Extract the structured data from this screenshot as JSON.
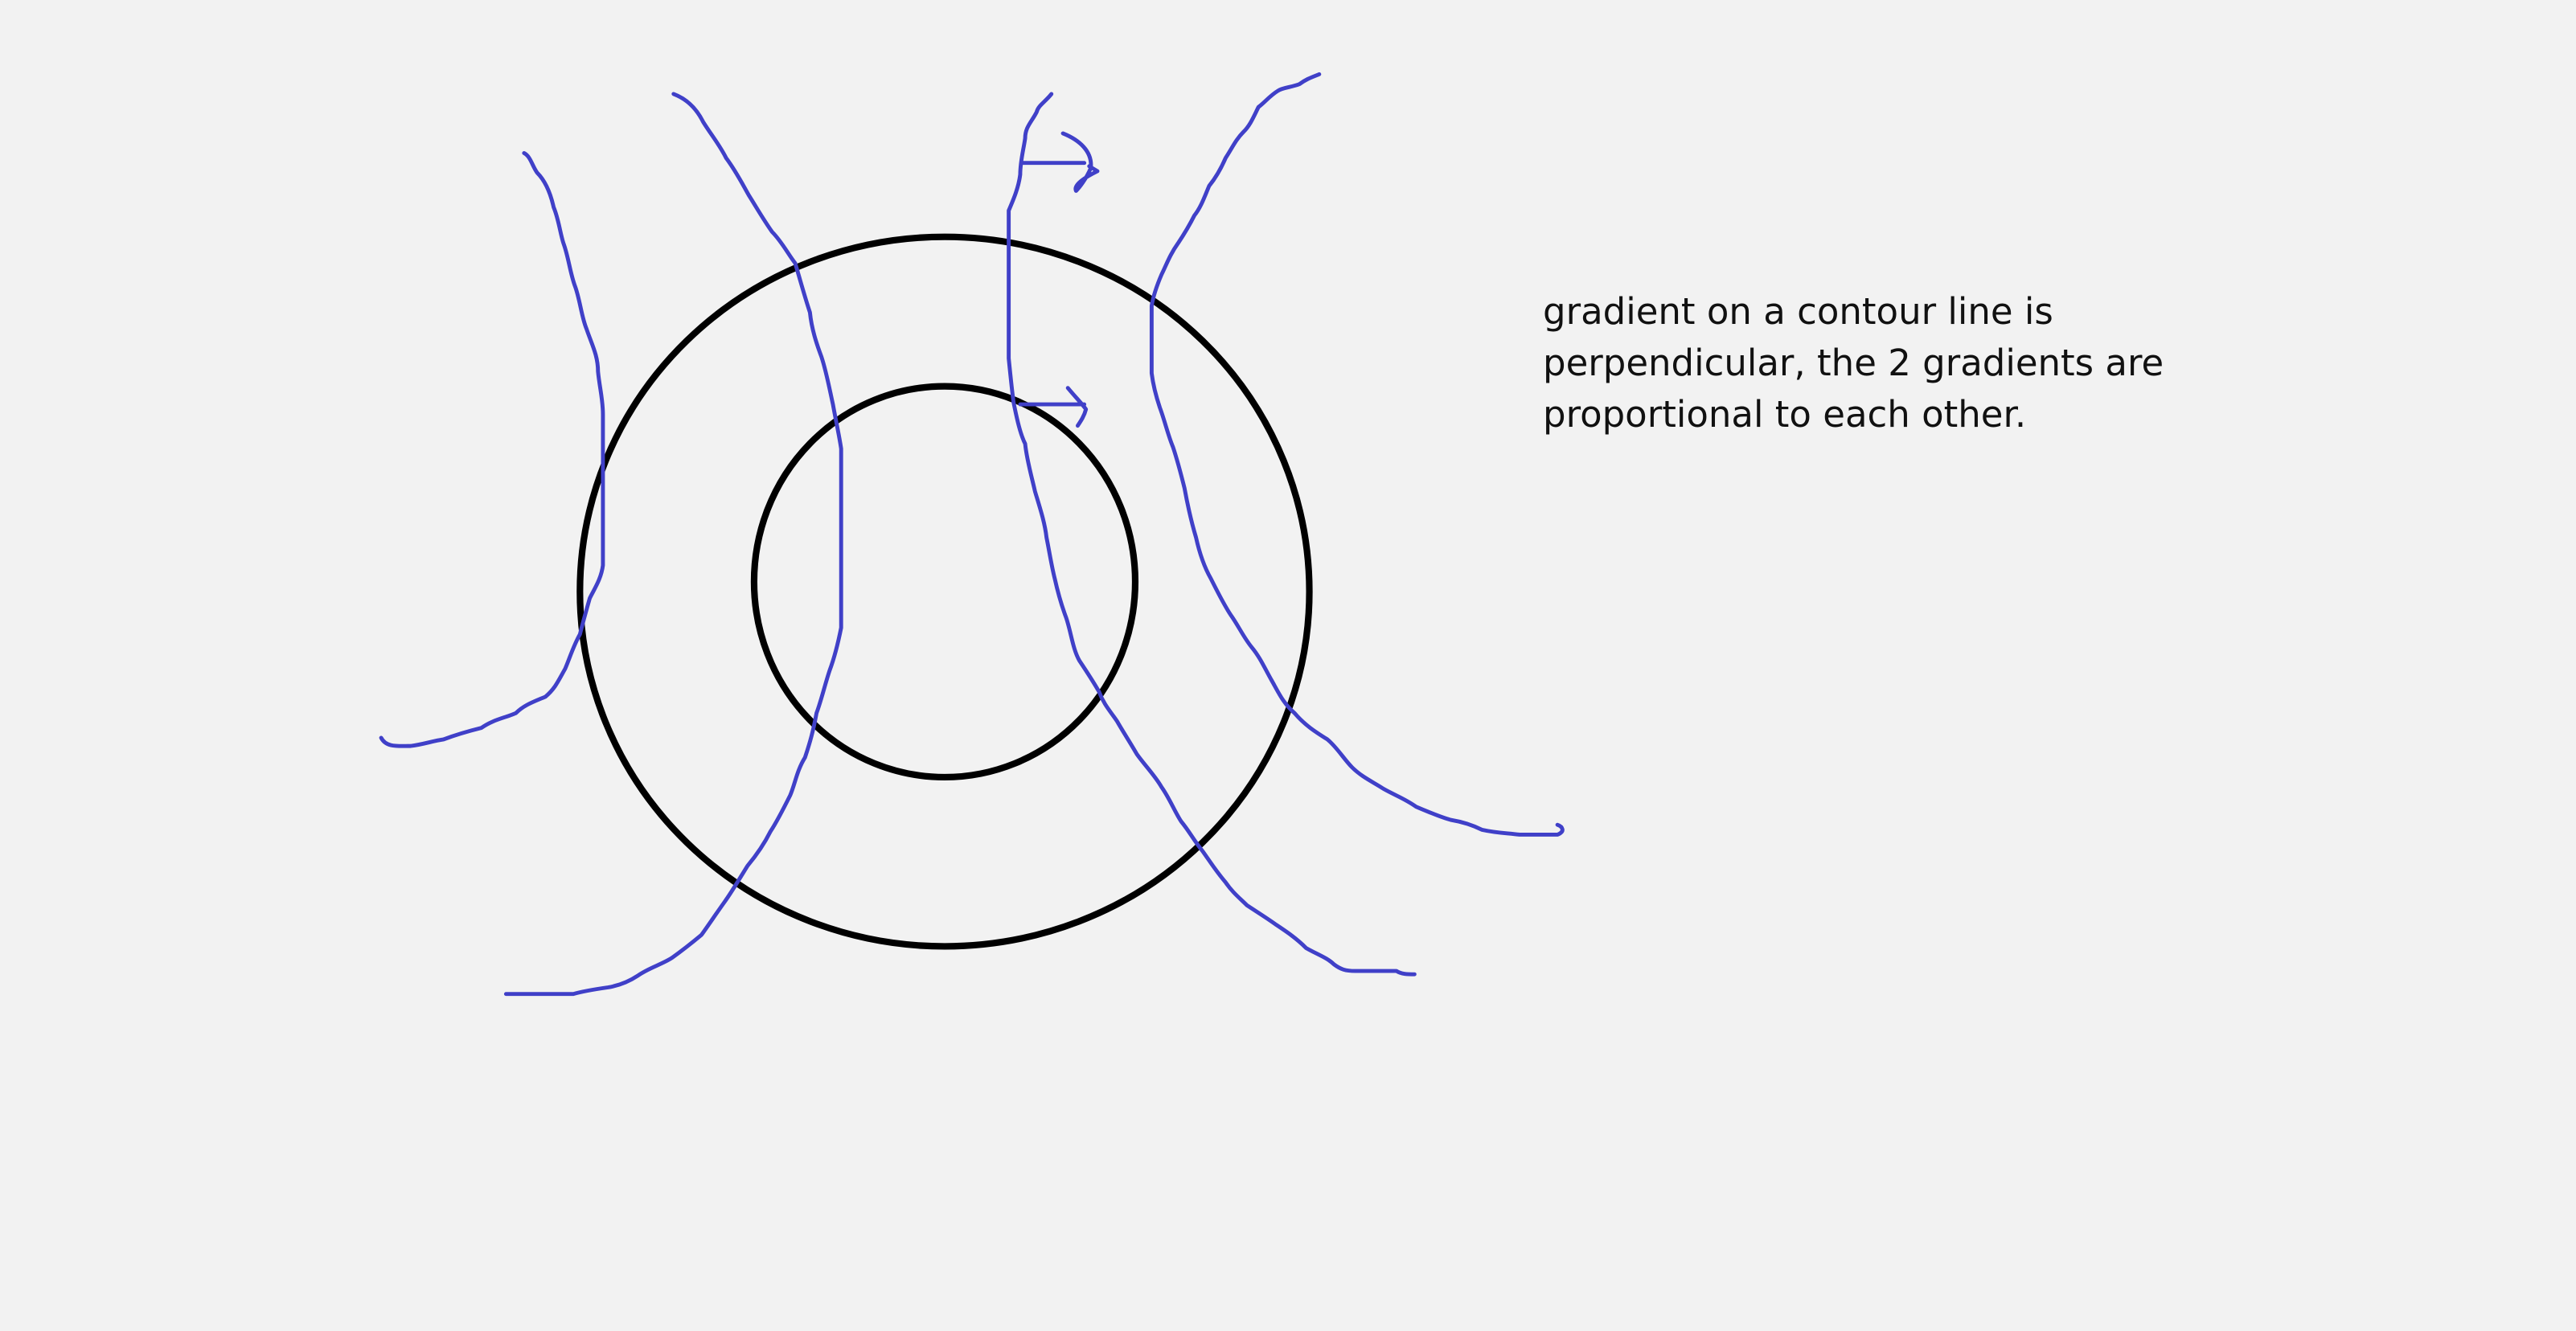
{
  "note": {
    "lines": [
      "gradient on a contour line is",
      "perpendicular, the 2 gradients are",
      "proportional to each other."
    ]
  },
  "colors": {
    "background": "#f2f2f2",
    "contour_ink": "#000000",
    "gradient_ink": "#4040c8",
    "text": "#111111"
  }
}
